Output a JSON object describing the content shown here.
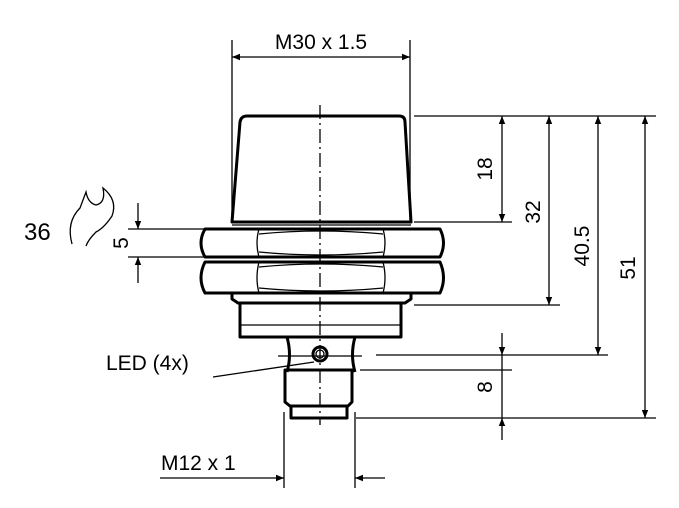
{
  "dimensions": {
    "thread_top": "M30 x 1.5",
    "wrench_size": "36",
    "nut_height": "5",
    "dim_18": "18",
    "dim_32": "32",
    "dim_40_5": "40.5",
    "dim_51": "51",
    "dim_8": "8",
    "led_label": "LED (4x)",
    "thread_bottom": "M12 x 1"
  }
}
